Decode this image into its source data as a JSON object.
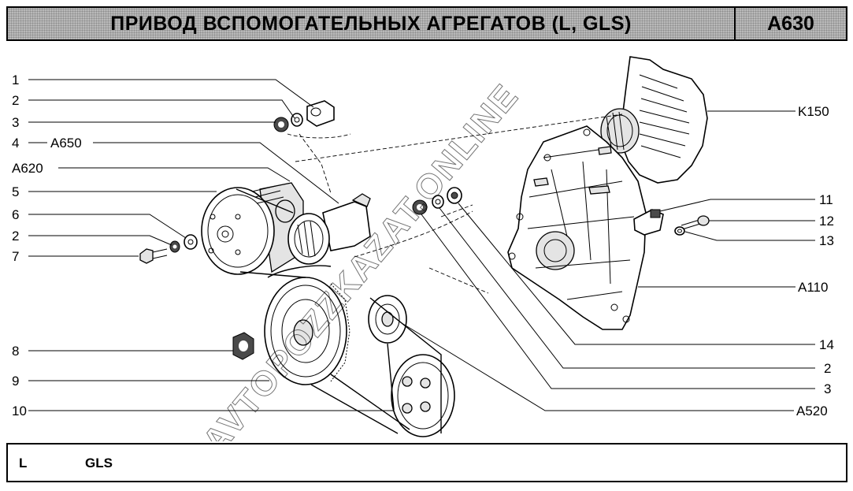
{
  "header": {
    "title": "ПРИВОД ВСПОМОГАТЕЛЬНЫХ АГРЕГАТОВ (L, GLS)",
    "code": "A630"
  },
  "callouts": {
    "c1": "1",
    "c2a": "2",
    "c3a": "3",
    "c4": "4",
    "a650": "A650",
    "a620": "A620",
    "c5": "5",
    "c6": "6",
    "c2b": "2",
    "c7": "7",
    "c8": "8",
    "c9": "9",
    "c10": "10",
    "k150": "K150",
    "c11": "11",
    "c12": "12",
    "c13": "13",
    "a110": "A110",
    "c14": "14",
    "c2c": "2",
    "c3b": "3",
    "a520": "A520"
  },
  "watermark": "AVTOPOZZKAZAT.ONLINE",
  "footer": {
    "variant_l": "L",
    "variant_gls": "GLS"
  }
}
